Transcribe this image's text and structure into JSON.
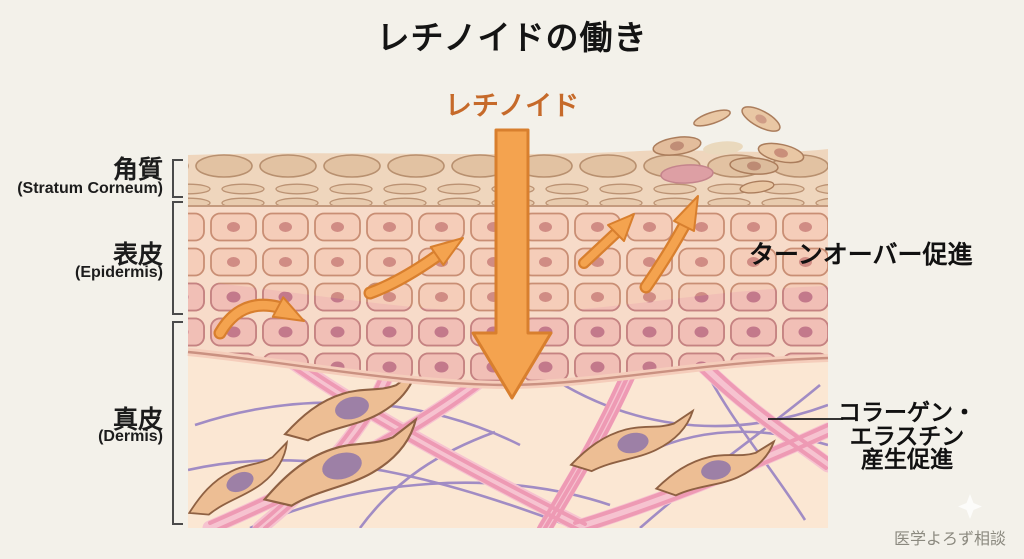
{
  "page": {
    "title": "レチノイドの働き",
    "watermark": "医学よろず相談"
  },
  "diagram": {
    "substance_label": "レチノイド",
    "layers": [
      {
        "jp": "角質",
        "en": "(Stratum Corneum)"
      },
      {
        "jp": "表皮",
        "en": "(Epidermis)"
      },
      {
        "jp": "真皮",
        "en": "(Dermis)"
      }
    ],
    "effects": {
      "turnover": "ターンオーバー促進",
      "collagen_lines": [
        "コラーゲン・",
        "エラスチン",
        "産生促進"
      ]
    },
    "colors": {
      "background": "#f3f1ea",
      "arrow_fill": "#f4a34f",
      "arrow_outline": "#d87f2e",
      "substance_label_color": "#c66a2a",
      "corneum_band": "#efd6bd",
      "epidermis_band": "#f7dbc9",
      "dermis_band": "#fbe7d3",
      "collagen_fiber": "#ee9ab4",
      "elastin_fiber": "#a18cc4",
      "fibroblast_body": "#edbe94",
      "fibroblast_nucleus": "#9d80a6"
    }
  }
}
